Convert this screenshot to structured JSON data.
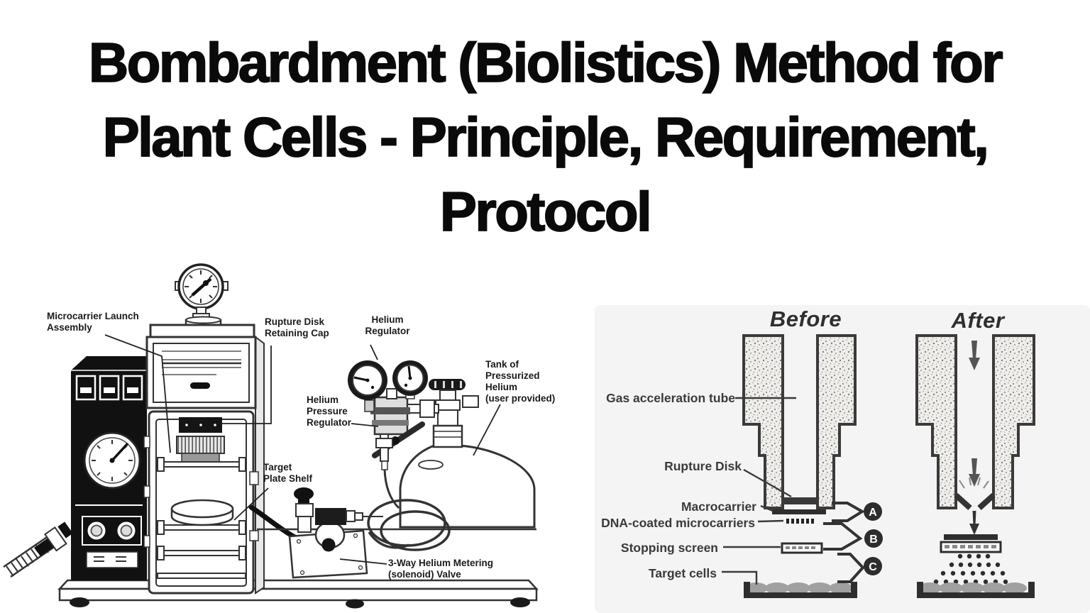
{
  "title": {
    "line1": "Bombardment (Biolistics) Method for",
    "line2": "Plant Cells - Principle, Requirement,",
    "line3": "Protocol"
  },
  "machine_diagram": {
    "labels": {
      "microcarrier_launch_assembly": "Microcarrier Launch\nAssembly",
      "rupture_disk_retaining_cap": "Rupture Disk\nRetaining Cap",
      "helium_regulator": "Helium\nRegulator",
      "helium_pressure_regulator": "Helium\nPressure\nRegulator",
      "tank_of_pressurized_helium": "Tank of\nPressurized\nHelium\n(user provided)",
      "target_plate_shelf": "Target\nPlate Shelf",
      "three_way_valve": "3-Way Helium Metering\n(solenoid) Valve"
    }
  },
  "process_diagram": {
    "before_title": "Before",
    "after_title": "After",
    "labels": {
      "gas_acceleration_tube": "Gas acceleration tube",
      "rupture_disk": "Rupture Disk",
      "macrocarrier": "Macrocarrier",
      "dna_coated_microcarriers": "DNA-coated microcarriers",
      "stopping_screen": "Stopping screen",
      "target_cells": "Target cells"
    },
    "markers": {
      "a": "A",
      "b": "B",
      "c": "C"
    }
  },
  "colors": {
    "page_bg": "#ffffff",
    "title_color": "#0a0a0a",
    "line_art": "#333333",
    "panel_bg": "#f4f4f4",
    "machine_label": "#1a1a1a",
    "process_label": "#3a3a3a",
    "cells": "#a0a0a0",
    "marker_bg": "#2d2d2d"
  }
}
